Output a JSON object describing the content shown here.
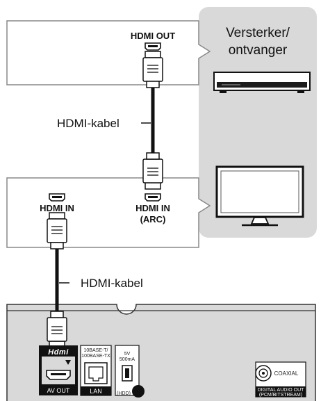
{
  "receiver": {
    "port_label": "HDMI OUT",
    "name_line1": "Versterker/",
    "name_line2": "ontvanger"
  },
  "tv": {
    "port1_label": "HDMI IN",
    "port2_label_line1": "HDMI IN",
    "port2_label_line2": "(ARC)"
  },
  "cables": {
    "top_label": "HDMI-kabel",
    "bottom_label": "HDMI-kabel"
  },
  "player": {
    "hdmi_logo": "Hdmi",
    "av_out_label": "AV OUT",
    "lan_label": "LAN",
    "lan_spec_line1": "10BASE-T/",
    "lan_spec_line2": "100BASE-TX",
    "usb_power_line1": "5V",
    "usb_power_line2": "500mA",
    "usb_hdd_label": "(HDD)",
    "coaxial_label": "COAXIAL",
    "digital_audio_line1": "DIGITAL AUDIO OUT",
    "digital_audio_line2": "(PCM/BITSTREAM)"
  },
  "colors": {
    "panel_gray": "#d9d9d9",
    "outline": "#888888",
    "cable_black": "#111111"
  }
}
